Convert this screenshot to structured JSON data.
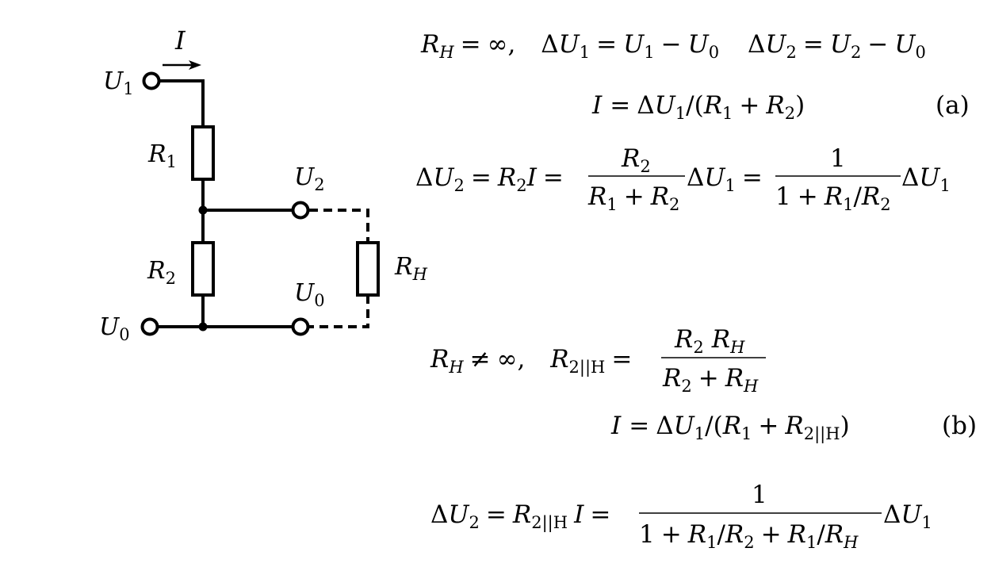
{
  "circuit": {
    "current_label": "I",
    "node_labels": {
      "u1_letter": "U",
      "u1_sub": "1",
      "u2_letter": "U",
      "u2_sub": "2",
      "u0_letter": "U",
      "u0_sub": "0"
    },
    "resistors": {
      "r1_letter": "R",
      "r1_sub": "1",
      "r2_letter": "R",
      "r2_sub": "2",
      "rh_letter": "R",
      "rh_sub": "H"
    }
  },
  "equations": {
    "tag_a": "(a)",
    "tag_b": "(b)",
    "infinity": "∞",
    "not_equal": "≠",
    "one": "1",
    "delta": "Δ",
    "sub_parallel": "2||H"
  }
}
